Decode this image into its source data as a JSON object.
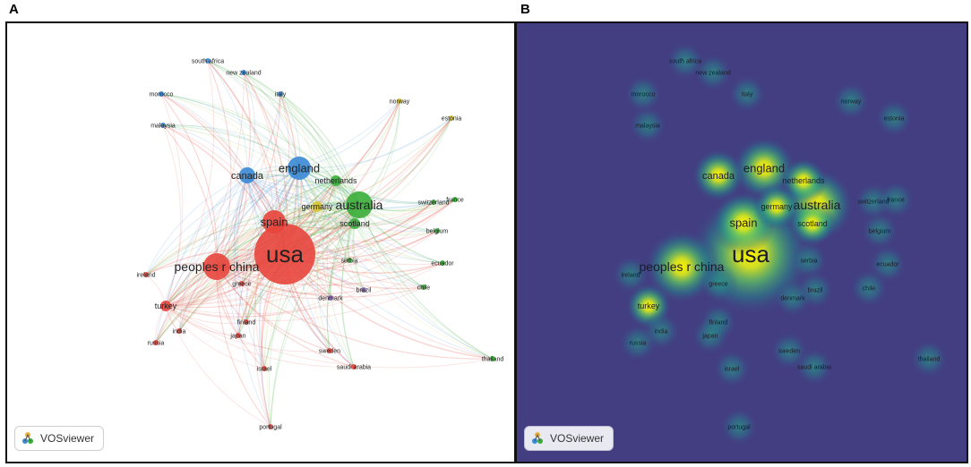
{
  "panels": [
    {
      "letter": "A",
      "mode": "network"
    },
    {
      "letter": "B",
      "mode": "density"
    }
  ],
  "badge_label": "VOSviewer",
  "clusters": {
    "red": "#e8453c",
    "green": "#3aae3a",
    "blue": "#3a8ad6",
    "yellow": "#d7c534",
    "purple": "#8a6cc0"
  },
  "nodes": [
    {
      "label": "usa",
      "cluster": "red",
      "weight": 10
    },
    {
      "label": "peoples r china",
      "cluster": "red",
      "weight": 6
    },
    {
      "label": "spain",
      "cluster": "red",
      "weight": 5
    },
    {
      "label": "australia",
      "cluster": "green",
      "weight": 6
    },
    {
      "label": "england",
      "cluster": "blue",
      "weight": 5
    },
    {
      "label": "canada",
      "cluster": "blue",
      "weight": 4
    },
    {
      "label": "netherlands",
      "cluster": "green",
      "weight": 3
    },
    {
      "label": "germany",
      "cluster": "yellow",
      "weight": 3
    },
    {
      "label": "scotland",
      "cluster": "green",
      "weight": 3
    },
    {
      "label": "switzerland",
      "cluster": "green",
      "weight": 2
    },
    {
      "label": "france",
      "cluster": "green",
      "weight": 2
    },
    {
      "label": "belgium",
      "cluster": "green",
      "weight": 2
    },
    {
      "label": "ecuador",
      "cluster": "green",
      "weight": 2
    },
    {
      "label": "chile",
      "cluster": "green",
      "weight": 2
    },
    {
      "label": "serbia",
      "cluster": "green",
      "weight": 2
    },
    {
      "label": "brazil",
      "cluster": "purple",
      "weight": 2
    },
    {
      "label": "denmark",
      "cluster": "purple",
      "weight": 2
    },
    {
      "label": "thailand",
      "cluster": "green",
      "weight": 2
    },
    {
      "label": "norway",
      "cluster": "yellow",
      "weight": 2
    },
    {
      "label": "estonia",
      "cluster": "yellow",
      "weight": 2
    },
    {
      "label": "italy",
      "cluster": "blue",
      "weight": 2
    },
    {
      "label": "new zealand",
      "cluster": "blue",
      "weight": 2
    },
    {
      "label": "south africa",
      "cluster": "blue",
      "weight": 2
    },
    {
      "label": "morocco",
      "cluster": "blue",
      "weight": 2
    },
    {
      "label": "malaysia",
      "cluster": "blue",
      "weight": 2
    },
    {
      "label": "ireland",
      "cluster": "red",
      "weight": 2
    },
    {
      "label": "greece",
      "cluster": "red",
      "weight": 2
    },
    {
      "label": "turkey",
      "cluster": "red",
      "weight": 3
    },
    {
      "label": "india",
      "cluster": "red",
      "weight": 2
    },
    {
      "label": "russia",
      "cluster": "red",
      "weight": 2
    },
    {
      "label": "finland",
      "cluster": "red",
      "weight": 2
    },
    {
      "label": "japan",
      "cluster": "red",
      "weight": 2
    },
    {
      "label": "israel",
      "cluster": "red",
      "weight": 2
    },
    {
      "label": "sweden",
      "cluster": "red",
      "weight": 2
    },
    {
      "label": "saudi arabia",
      "cluster": "red",
      "weight": 2
    },
    {
      "label": "portugal",
      "cluster": "red",
      "weight": 2
    }
  ]
}
